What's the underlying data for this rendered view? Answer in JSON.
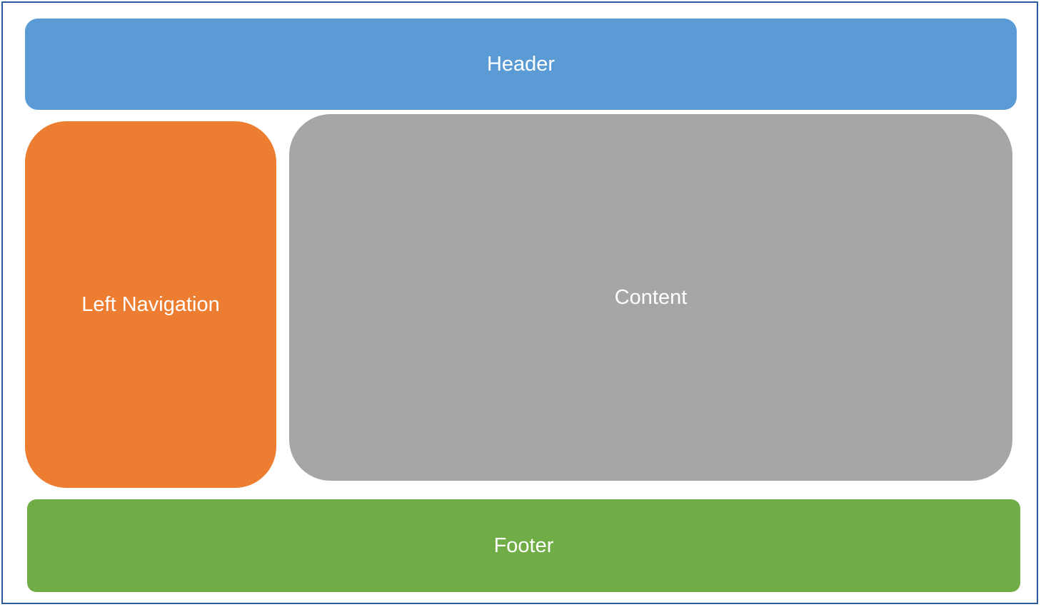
{
  "diagram": {
    "type": "page-layout-wireframe",
    "border_color": "#2e5b9e",
    "text_color": "#ffffff",
    "blocks": {
      "header": {
        "label": "Header",
        "color": "#5b9bd5"
      },
      "left_nav": {
        "label": "Left Navigation",
        "color": "#ed7d31"
      },
      "content": {
        "label": "Content",
        "color": "#a6a6a6"
      },
      "footer": {
        "label": "Footer",
        "color": "#70ad47"
      }
    }
  }
}
